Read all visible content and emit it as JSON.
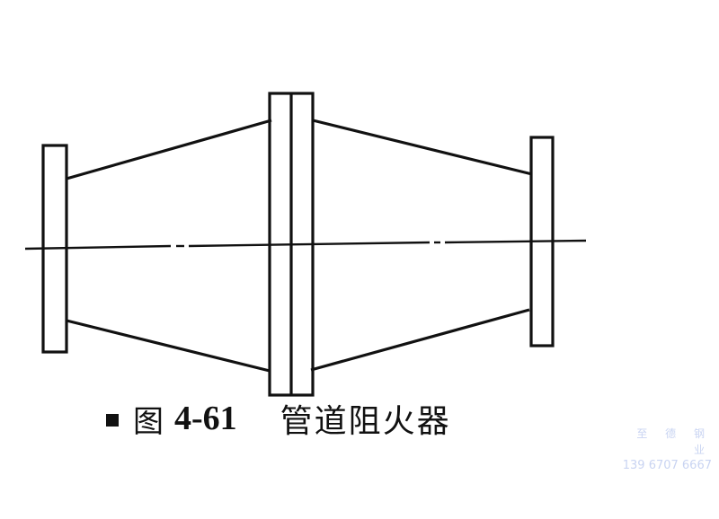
{
  "figure": {
    "bullet": "black-square",
    "label": "图",
    "number": "4-61",
    "title": "管道阻火器"
  },
  "watermark": {
    "name": "至 德 钢 业",
    "phone": "139 6707 6667",
    "color": "#c9d4f2"
  },
  "diagram": {
    "subject": "pipeline flame arrester (side elevation)",
    "stroke_color": "#111111",
    "background": "#ffffff",
    "components": [
      "left-end-flange",
      "left-conical-shell",
      "center-double-flange",
      "right-conical-shell",
      "right-end-flange",
      "center-axis-line"
    ]
  }
}
